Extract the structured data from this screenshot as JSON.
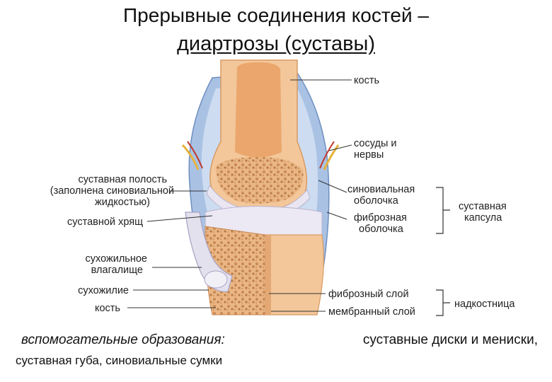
{
  "title": {
    "line1": "Прерывные соединения костей –",
    "line2": "диартрозы (суставы)"
  },
  "labels": {
    "bone_top": "кость",
    "vessels_1": "сосуды и",
    "vessels_2": "нервы",
    "cavity_1": "суставная полость",
    "cavity_2": "(заполнена синовиальной",
    "cavity_3": "жидкостью)",
    "cartilage": "суставной хрящ",
    "synovial_1": "синовиальная",
    "synovial_2": "оболочка",
    "fibrous_1": "фиброзная",
    "fibrous_2": "оболочка",
    "capsule_1": "суставная",
    "capsule_2": "капсула",
    "sheath_1": "сухожильное",
    "sheath_2": "влагалище",
    "tendon": "сухожилие",
    "bone_bottom": "кость",
    "fibrous_layer": "фиброзный слой",
    "membrane_layer": "мембранный слой",
    "periosteum": "надкостница"
  },
  "footer": {
    "emphasis": "вспомогательные образования:",
    "line1_rest": "суставные диски и мениски,",
    "line2": "суставная губа, синовиальные сумки"
  },
  "colors": {
    "bone": "#f3c79a",
    "bone_dark": "#e8a66c",
    "spongy": "#d9a070",
    "cartilage": "#e9e6f2",
    "cavity": "#b7cbe6",
    "capsule": "#9ab6dc",
    "tendon": "#dedbe8"
  }
}
